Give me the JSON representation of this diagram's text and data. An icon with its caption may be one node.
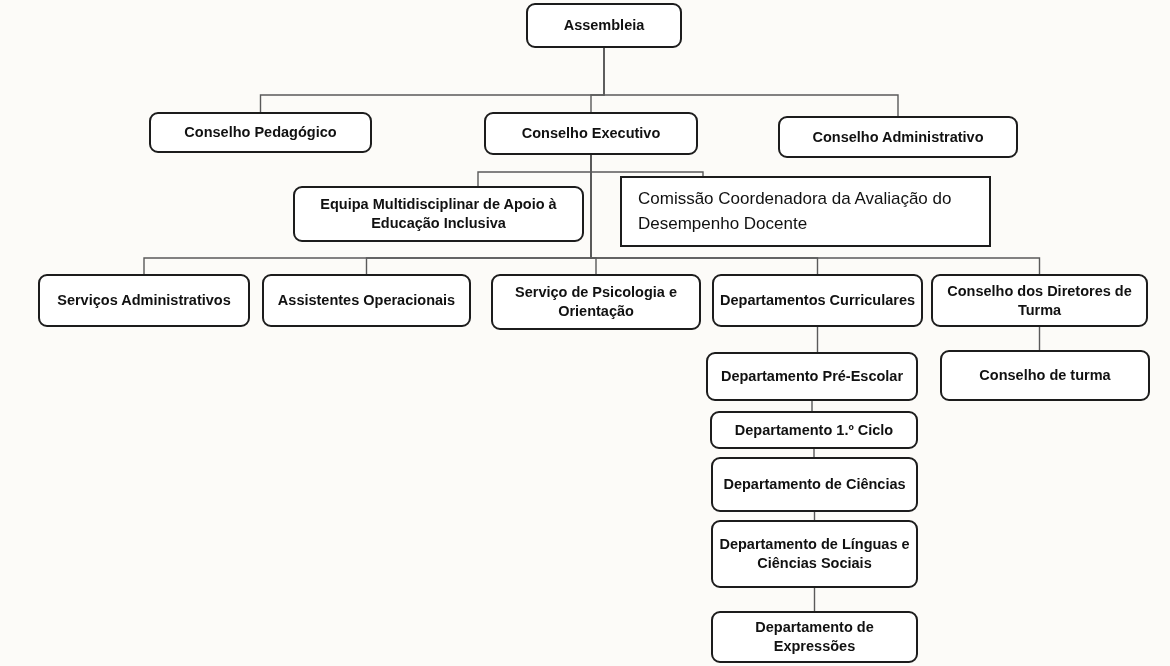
{
  "diagram": {
    "nodes": [
      {
        "text": [
          "Assembleia"
        ]
      },
      {
        "text": [
          "Conselho Pedagógico"
        ]
      },
      {
        "text": [
          "Conselho Executivo"
        ]
      },
      {
        "text": [
          "Conselho Administrativo"
        ]
      },
      {
        "text": [
          "Equipa Multidisciplinar de Apoio à Educação Inclusiva"
        ]
      },
      {
        "text": [
          "Comissão Coordenadora da Avaliação do Desempenho Docente"
        ]
      },
      {
        "text": [
          "Serviços Administrativos"
        ]
      },
      {
        "text": [
          "Assistentes Operacionais"
        ]
      },
      {
        "text": [
          "Serviço de Psicologia e Orientação"
        ]
      },
      {
        "text": [
          "Departamentos Curriculares"
        ]
      },
      {
        "text": [
          "Conselho dos Diretores de Turma"
        ]
      },
      {
        "text": [
          "Departamento Pré-Escolar"
        ]
      },
      {
        "text": [
          "Departamento 1.º Ciclo"
        ]
      },
      {
        "text": [
          "Departamento de Ciências"
        ]
      },
      {
        "text": [
          "Departamento de Línguas e Ciências Sociais"
        ]
      },
      {
        "text": [
          "Departamento de Expressões"
        ]
      },
      {
        "text": [
          "Conselho de turma"
        ]
      }
    ],
    "edges": [
      {
        "from": 0,
        "to": 1,
        "arrow": "none"
      },
      {
        "from": 0,
        "to": 2,
        "arrow": "none"
      },
      {
        "from": 0,
        "to": 3,
        "arrow": "none"
      },
      {
        "from": 2,
        "to": 4,
        "arrow": "none"
      },
      {
        "from": 2,
        "to": 5,
        "arrow": "none"
      },
      {
        "from": 2,
        "to": 6,
        "arrow": "none"
      },
      {
        "from": 2,
        "to": 7,
        "arrow": "none"
      },
      {
        "from": 2,
        "to": 8,
        "arrow": "none"
      },
      {
        "from": 2,
        "to": 9,
        "arrow": "none"
      },
      {
        "from": 2,
        "to": 10,
        "arrow": "none"
      },
      {
        "from": 9,
        "to": 11,
        "arrow": "none"
      },
      {
        "from": 11,
        "to": 12,
        "arrow": "none"
      },
      {
        "from": 12,
        "to": 13,
        "arrow": "none"
      },
      {
        "from": 13,
        "to": 14,
        "arrow": "none"
      },
      {
        "from": 14,
        "to": 15,
        "arrow": "none"
      },
      {
        "from": 10,
        "to": 16,
        "arrow": "none"
      }
    ]
  }
}
